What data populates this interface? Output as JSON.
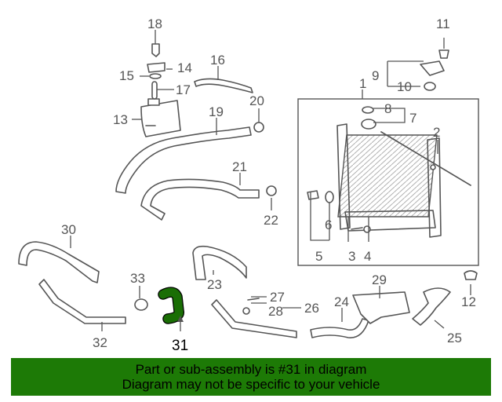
{
  "diagram": {
    "callouts": [
      "1",
      "2",
      "3",
      "4",
      "5",
      "6",
      "7",
      "8",
      "9",
      "10",
      "11",
      "12",
      "13",
      "14",
      "15",
      "16",
      "17",
      "18",
      "19",
      "20",
      "21",
      "22",
      "23",
      "24",
      "25",
      "26",
      "27",
      "28",
      "29",
      "30",
      "31",
      "32",
      "33"
    ],
    "highlighted_part": "31",
    "highlight_color": "#1d7a06"
  },
  "banner": {
    "line1": "Part or sub-assembly is #31 in diagram",
    "line2": "Diagram may not be specific to your vehicle"
  }
}
